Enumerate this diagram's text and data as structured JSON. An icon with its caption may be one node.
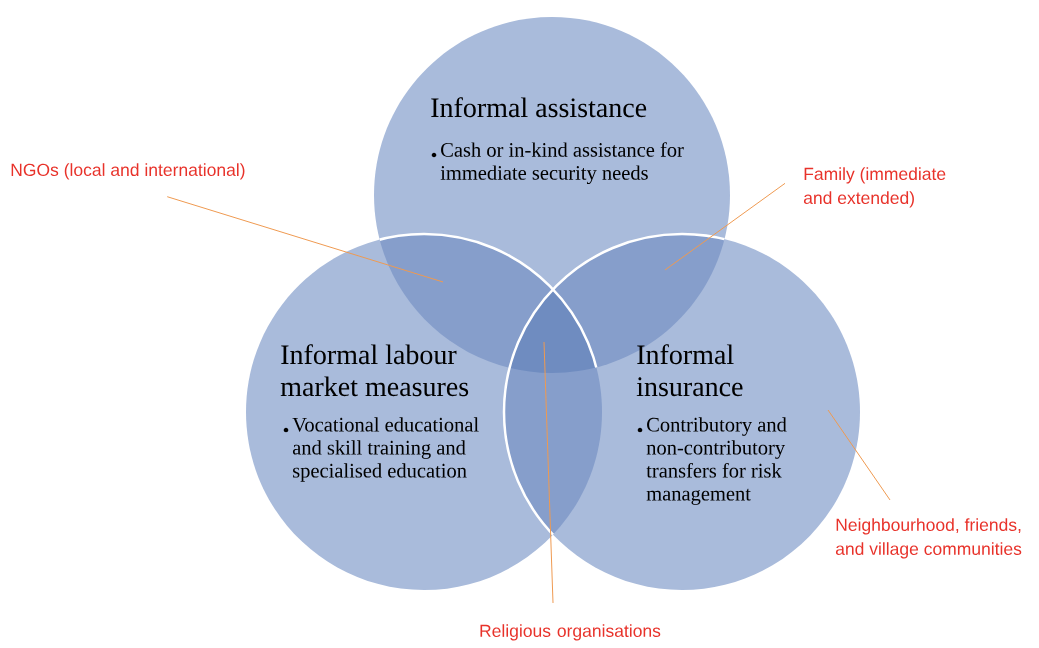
{
  "diagram": {
    "nodes": [
      {
        "text": [
          "Informal assistance",
          "Cash or in-kind assistance for immediate security needs"
        ]
      },
      {
        "text": [
          "Informal labour market measures",
          "Vocational educational and skill training and specialised education"
        ]
      },
      {
        "text": [
          "Informal insurance",
          "Contributory and non-contributory transfers for risk management"
        ]
      },
      {
        "text": [
          "NGOs (local and international)"
        ]
      },
      {
        "text": [
          "Family (immediate and extended)"
        ]
      },
      {
        "text": [
          "Neighbourhood, friends, and village communities"
        ]
      },
      {
        "text": [
          "Religious organisations"
        ]
      }
    ],
    "edges": [
      {
        "from": 3,
        "to": 1,
        "arrow": "none"
      },
      {
        "from": 4,
        "to": 2,
        "arrow": "none"
      },
      {
        "from": 5,
        "to": 2,
        "arrow": "none"
      },
      {
        "from": 6,
        "to": 1,
        "arrow": "none"
      }
    ]
  }
}
